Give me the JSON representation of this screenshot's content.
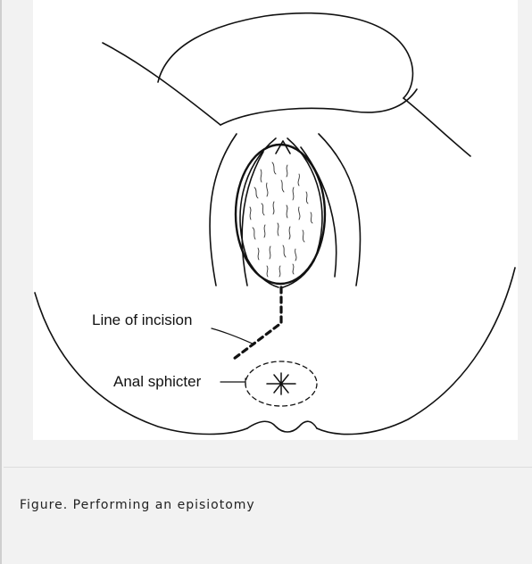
{
  "figure": {
    "labels": {
      "incision": "Line of incision",
      "sphincter": "Anal sphicter"
    },
    "caption": "Figure. Performing an episiotomy"
  }
}
